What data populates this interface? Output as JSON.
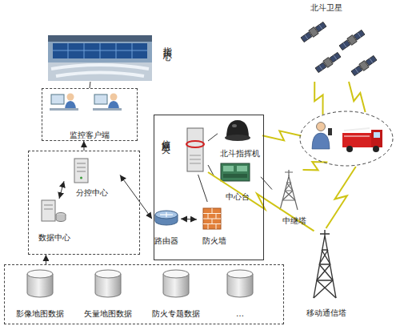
{
  "diagram": {
    "nodes": [
      {
        "text": [
          "指挥中心"
        ]
      },
      {
        "text": [
          "监控客户端"
        ]
      },
      {
        "text": []
      },
      {
        "text": [
          "分控中心"
        ],
        "in": 2
      },
      {
        "text": [
          "数据中心"
        ],
        "in": 2
      },
      {
        "text": []
      },
      {
        "text": [
          "信息网关"
        ],
        "in": 5
      },
      {
        "text": [
          "北斗指挥机"
        ],
        "in": 5
      },
      {
        "text": [
          "中心台"
        ],
        "in": 5
      },
      {
        "text": [
          "路由器"
        ],
        "in": 5
      },
      {
        "text": [
          "防火墙"
        ],
        "in": 5
      },
      {
        "text": [
          "北斗卫星"
        ]
      },
      {
        "text": []
      },
      {
        "text": [
          "中继塔"
        ]
      },
      {
        "text": [
          "移动通信塔"
        ]
      },
      {
        "text": []
      },
      {
        "text": [
          "影像地图数据"
        ],
        "in": 15
      },
      {
        "text": [
          "矢量地图数据"
        ],
        "in": 15
      },
      {
        "text": [
          "防火专题数据"
        ],
        "in": 15
      },
      {
        "text": [
          "…"
        ],
        "in": 15
      }
    ],
    "edges": [
      {
        "from": 1,
        "to": 0,
        "arrow": "none"
      },
      {
        "from": 2,
        "to": 1,
        "arrow": "to"
      },
      {
        "from": 4,
        "to": 3,
        "arrow": "both"
      },
      {
        "from": 3,
        "to": 9,
        "arrow": "both"
      },
      {
        "from": 9,
        "to": 10,
        "arrow": "both"
      },
      {
        "from": 10,
        "to": 6,
        "arrow": "none"
      },
      {
        "from": 6,
        "to": 7,
        "arrow": "none"
      },
      {
        "from": 6,
        "to": 8,
        "arrow": "none"
      },
      {
        "from": 7,
        "to": 12,
        "arrow": "none"
      },
      {
        "from": 8,
        "to": 13,
        "arrow": "none"
      },
      {
        "from": 13,
        "to": 12,
        "arrow": "none"
      },
      {
        "from": 6,
        "to": 14,
        "arrow": "none"
      },
      {
        "from": 14,
        "to": 12,
        "arrow": "none"
      },
      {
        "from": 11,
        "to": 12,
        "arrow": "none"
      },
      {
        "from": 11,
        "to": 12,
        "arrow": "none"
      },
      {
        "from": 15,
        "to": 2,
        "arrow": "to"
      }
    ]
  }
}
